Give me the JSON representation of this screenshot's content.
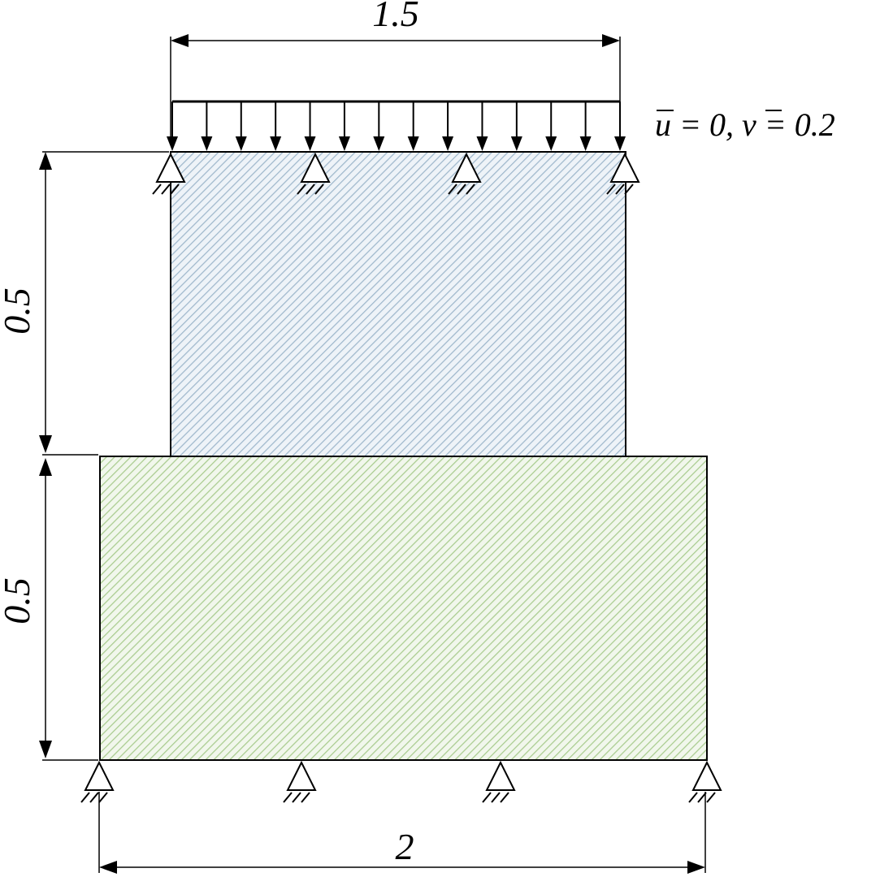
{
  "dimensions": {
    "top_width": "1.5",
    "bottom_width": "2",
    "upper_height": "0.5",
    "lower_height": "0.5"
  },
  "boundary_condition": {
    "u_symbol": "u",
    "u_rest": " = 0, ",
    "v_symbol": "v",
    "v_rest": " = 0.2"
  },
  "colors": {
    "upper_block_hatch": "#9fb8cc",
    "lower_block_hatch": "#a9cc8f",
    "outline": "#000000"
  },
  "supports": {
    "top_count": 4,
    "bottom_count": 4
  },
  "load": {
    "arrow_count": 14
  }
}
